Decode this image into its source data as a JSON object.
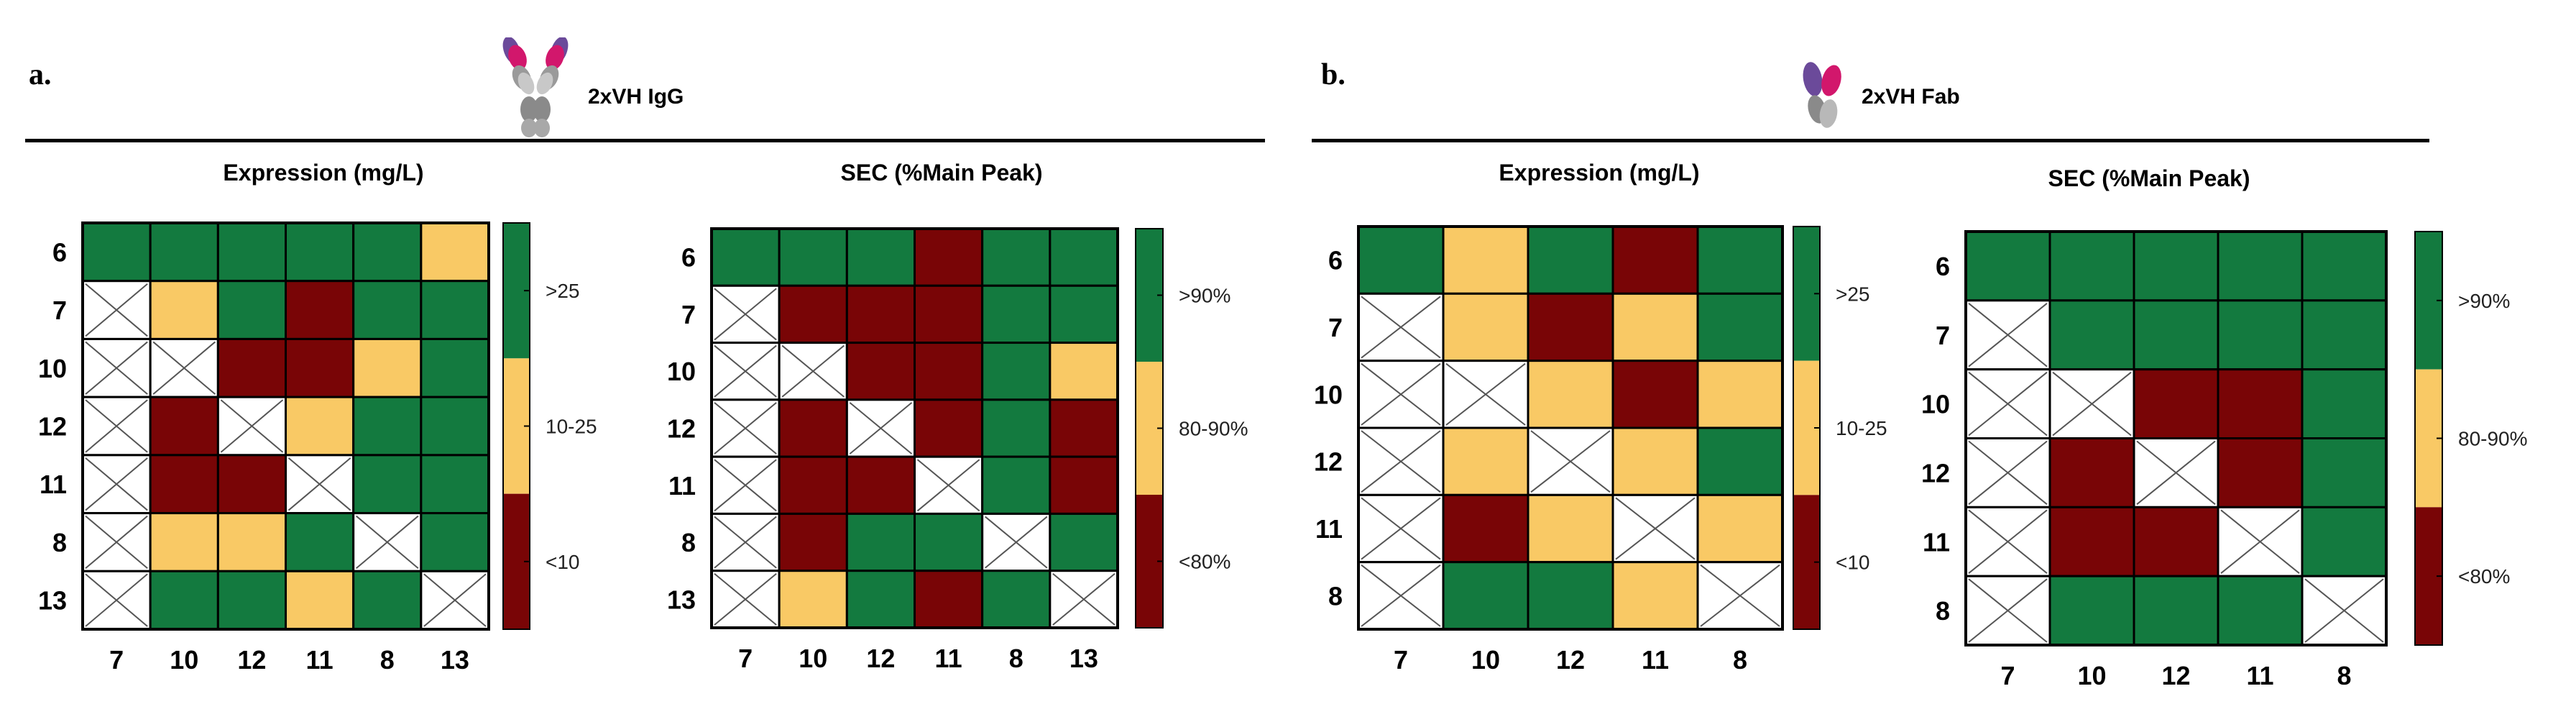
{
  "colors": {
    "high": "#137a3f",
    "mid": "#f9c965",
    "low": "#790506",
    "na": "#ffffff",
    "grid": "#000000"
  },
  "panels": [
    {
      "letter": "a.",
      "label": "2xVH IgG",
      "icon": "igg-antibody-icon"
    },
    {
      "letter": "b.",
      "label": "2xVH Fab",
      "icon": "fab-antibody-icon"
    }
  ],
  "chart_data": [
    {
      "type": "heatmap",
      "title": "Expression (mg/L)",
      "rows": [
        "6",
        "7",
        "10",
        "12",
        "11",
        "8",
        "13"
      ],
      "cols": [
        "7",
        "10",
        "12",
        "11",
        "8",
        "13"
      ],
      "colorbar": [
        "<10",
        "10-25",
        ">25"
      ],
      "values": [
        [
          "high",
          "high",
          "high",
          "high",
          "high",
          "mid"
        ],
        [
          "na",
          "mid",
          "high",
          "low",
          "high",
          "high"
        ],
        [
          "na",
          "na",
          "low",
          "low",
          "mid",
          "high"
        ],
        [
          "na",
          "low",
          "na",
          "mid",
          "high",
          "high"
        ],
        [
          "na",
          "low",
          "low",
          "na",
          "high",
          "high"
        ],
        [
          "na",
          "mid",
          "mid",
          "high",
          "na",
          "high"
        ],
        [
          "na",
          "high",
          "high",
          "mid",
          "high",
          "na"
        ]
      ]
    },
    {
      "type": "heatmap",
      "title": "SEC (%Main Peak)",
      "rows": [
        "6",
        "7",
        "10",
        "12",
        "11",
        "8",
        "13"
      ],
      "cols": [
        "7",
        "10",
        "12",
        "11",
        "8",
        "13"
      ],
      "colorbar": [
        "<80%",
        "80-90%",
        ">90%"
      ],
      "values": [
        [
          "high",
          "high",
          "high",
          "low",
          "high",
          "high"
        ],
        [
          "na",
          "low",
          "low",
          "low",
          "high",
          "high"
        ],
        [
          "na",
          "na",
          "low",
          "low",
          "high",
          "mid"
        ],
        [
          "na",
          "low",
          "na",
          "low",
          "high",
          "low"
        ],
        [
          "na",
          "low",
          "low",
          "na",
          "high",
          "low"
        ],
        [
          "na",
          "low",
          "high",
          "high",
          "na",
          "high"
        ],
        [
          "na",
          "mid",
          "high",
          "low",
          "high",
          "na"
        ]
      ]
    },
    {
      "type": "heatmap",
      "title": "Expression (mg/L)",
      "rows": [
        "6",
        "7",
        "10",
        "12",
        "11",
        "8"
      ],
      "cols": [
        "7",
        "10",
        "12",
        "11",
        "8"
      ],
      "colorbar": [
        "<10",
        "10-25",
        ">25"
      ],
      "values": [
        [
          "high",
          "mid",
          "high",
          "low",
          "high"
        ],
        [
          "na",
          "mid",
          "low",
          "mid",
          "high"
        ],
        [
          "na",
          "na",
          "mid",
          "low",
          "mid"
        ],
        [
          "na",
          "mid",
          "na",
          "mid",
          "high"
        ],
        [
          "na",
          "low",
          "mid",
          "na",
          "mid"
        ],
        [
          "na",
          "high",
          "high",
          "mid",
          "na"
        ]
      ]
    },
    {
      "type": "heatmap",
      "title": "SEC (%Main Peak)",
      "rows": [
        "6",
        "7",
        "10",
        "12",
        "11",
        "8"
      ],
      "cols": [
        "7",
        "10",
        "12",
        "11",
        "8"
      ],
      "colorbar": [
        "<80%",
        "80-90%",
        ">90%"
      ],
      "values": [
        [
          "high",
          "high",
          "high",
          "high",
          "high"
        ],
        [
          "na",
          "high",
          "high",
          "high",
          "high"
        ],
        [
          "na",
          "na",
          "low",
          "low",
          "high"
        ],
        [
          "na",
          "low",
          "na",
          "low",
          "high"
        ],
        [
          "na",
          "low",
          "low",
          "na",
          "high"
        ],
        [
          "na",
          "high",
          "high",
          "high",
          "na"
        ]
      ]
    }
  ]
}
